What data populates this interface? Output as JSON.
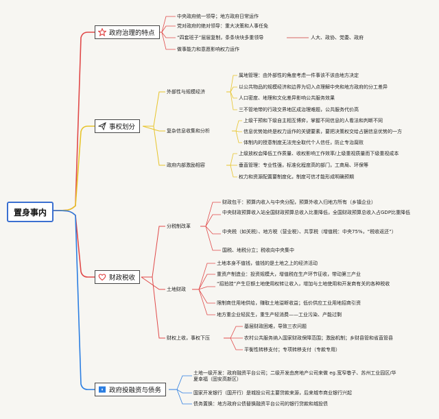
{
  "root": {
    "label": "置身事内"
  },
  "branches": [
    {
      "label": "政府治理的特点",
      "icon": "star-icon",
      "color": "#e04848",
      "items": [
        "中央政府统一领导；地方政府日常运作",
        "党对政府的绝对领导：重大决策和人事任免",
        "“四套班子”层层复制，条条块块多重领导",
        "做事能力和意愿影响权力运作"
      ],
      "leaf_note": "人大、政协、党委、政府"
    },
    {
      "label": "事权划分",
      "icon": "paper-plane-icon",
      "color": "#e7c42a",
      "groups": [
        {
          "label": "外部性与规模经济",
          "items": [
            "属地管理：由外部性的角度考虑一件事该不该由地方决定",
            "以公共物品的规模经济和边界为切入点理解中央和地方政府的分工差异",
            "人口密度、地理和文化差异影响公共服务效果",
            "三不管地带的行政交界地区成治理难题，公共服务代价高"
          ]
        },
        {
          "label": "复杂信息收集和分析",
          "items": [
            "上级干预和下级自主相互博弈，掌握不同信息的人看法和判断不同",
            "信息优势始终是权力运作的关键要素，要把决策权交给占据信息优势的一方",
            "体制内的授意制度无法完全取代个人信任，防止专治腐败"
          ]
        },
        {
          "label": "政府内部激励相容",
          "items": [
            "上级放权会降低工作质量、收权影响工作效率/上级重视质量而下级重视成本",
            "垂直管理：专业性强，标准化程度高的部门，工商局、环保等",
            "权力和资源配置要制度化，制度可信才能形成明确预期"
          ]
        }
      ]
    },
    {
      "label": "财政税收",
      "icon": "heart-icon",
      "color": "#e04848",
      "groups": [
        {
          "label": "分税制改革",
          "items": [
            "财政包干：预算内收入与中央分配，预算外收入归地方所有（乡镇企业）",
            "中央财政预算收入站全国财政预算总收入比重降低，全国财政预算总收入占GDP比重降低",
            "中央税（如关税）、地方税（营业税）、共享税（增值税：中央75%，“税收返还”）",
            "国税、地税分立；税收向中央集中"
          ]
        },
        {
          "label": "土地财政",
          "items": [
            "土地本身不值钱，值钱的是土地之上的经济活动",
            "重资产制造业：投资规模大，增值税在生产环节征收，带动第三产业",
            "“招拍挂”产生巨额土地使用权转让收入，增加与土地使用和开发商有关的各种税收",
            "限制商住用地供给，赚取土地溢断收益；低价供应工业用地招商引资",
            "地方重企业轻民生，重生产轻消费——工业污染、产能过剩"
          ]
        },
        {
          "label": "财权上收，事权下压",
          "items": [
            "基层财政困难，导致三农问题",
            "农村公共服务纳入国家财政保障范围；激励机制；乡财县管和省直管县",
            "平衡性转移支付；专项转移支付（专款专用）"
          ]
        }
      ]
    },
    {
      "label": "政府投融资与债务",
      "icon": "flag-icon",
      "color": "#2a7de1",
      "items": [
        "土地一级开发：政府融资平台公司；二级开发由房地产公司来做 eg.宽窄巷子、苏州工业园区/华夏幸福（固安高新区）",
        "国家开发银行（国开行）是城投公司主要贷款来源，后来城市商业银行兴起",
        "债务置换：地方政府公债替换融资平台公司的银行贷款和城投债"
      ]
    }
  ]
}
